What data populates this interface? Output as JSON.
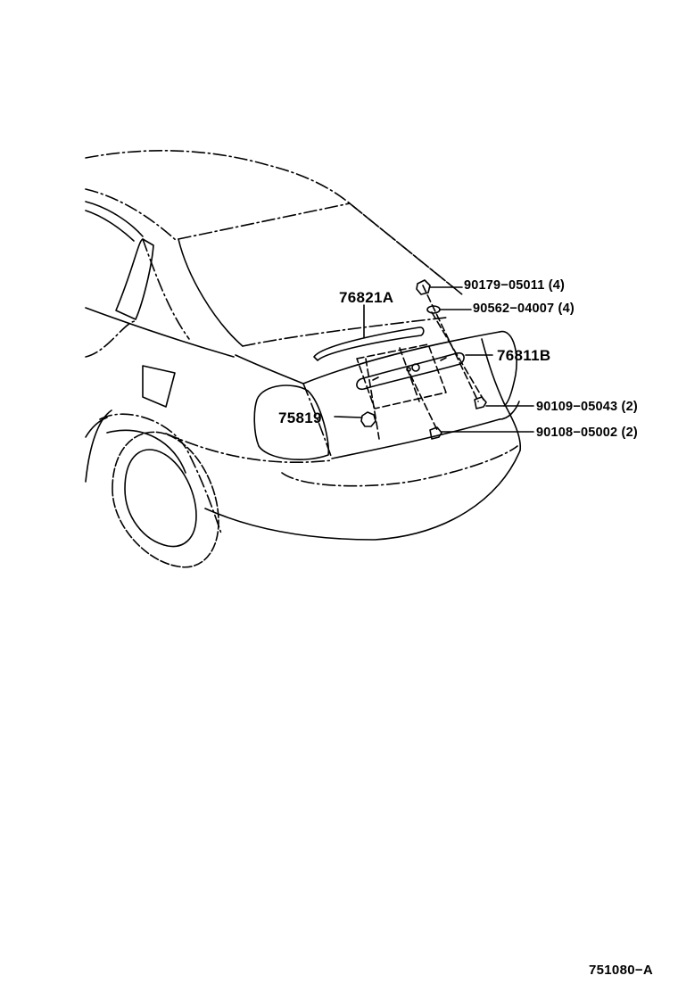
{
  "parts": {
    "p76821A": "76821A",
    "p76811B": "76811B",
    "p75819": "75819",
    "p90179": "90179−05011 (4)",
    "p90562": "90562−04007 (4)",
    "p90109": "90109−05043 (2)",
    "p90108": "90108−05002 (2)"
  },
  "reference_code": "751080−A",
  "colors": {
    "line": "#000000",
    "background": "#ffffff"
  }
}
